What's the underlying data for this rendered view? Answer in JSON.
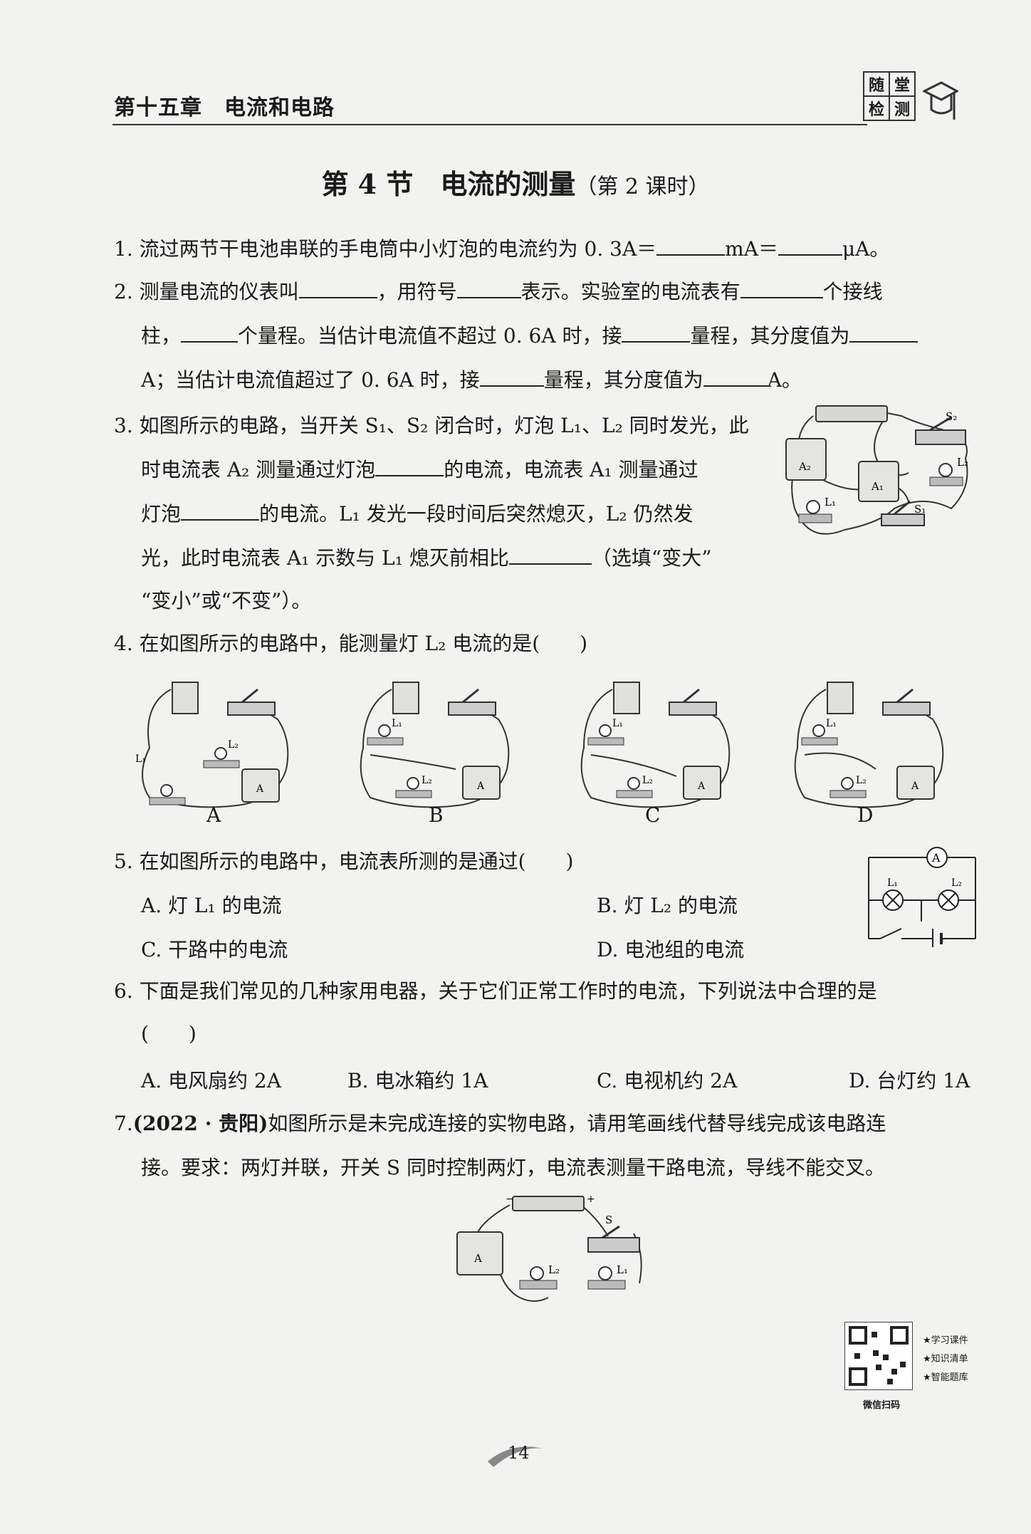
{
  "header": {
    "chapter": "第十五章　电流和电路",
    "badge": [
      "随",
      "堂",
      "检",
      "测"
    ]
  },
  "title": {
    "main": "第 4 节　电流的测量",
    "sub": "（第 2 课时）"
  },
  "q1": {
    "a": "1. 流过两节干电池串联的手电筒中小灯泡的电流约为 0. 3A＝",
    "b": "mA＝",
    "c": "μA。"
  },
  "q2": {
    "l1a": "2. 测量电流的仪表叫",
    "l1b": "，用符号",
    "l1c": "表示。实验室的电流表有",
    "l1d": "个接线",
    "l2a": "柱，",
    "l2b": "个量程。当估计电流值不超过 0. 6A 时，接",
    "l2c": "量程，其分度值为",
    "l3a": "A；当估计电流值超过了 0. 6A 时，接",
    "l3b": "量程，其分度值为",
    "l3c": "A。"
  },
  "q3": {
    "l1": "3. 如图所示的电路，当开关 S₁、S₂ 闭合时，灯泡 L₁、L₂ 同时发光，此",
    "l2a": "时电流表 A₂ 测量通过灯泡",
    "l2b": "的电流，电流表 A₁ 测量通过",
    "l3a": "灯泡",
    "l3b": "的电流。L₁ 发光一段时间后突然熄灭，L₂ 仍然发",
    "l4a": "光，此时电流表 A₁ 示数与 L₁ 熄灭前相比",
    "l4b": "（选填“变大”",
    "l5": "“变小”或“不变”）。",
    "fig": {
      "s2": "S₂",
      "s1": "S₁",
      "l1": "L₁",
      "l2": "L₂",
      "a1": "A₁",
      "a2": "A₂"
    }
  },
  "q4": {
    "stem": "4. 在如图所示的电路中，能测量灯 L₂ 电流的是(　　)",
    "labels": [
      "A",
      "B",
      "C",
      "D"
    ],
    "l1": "L₁",
    "l2": "L₂",
    "meter": "A"
  },
  "q5": {
    "stem": "5. 在如图所示的电路中，电流表所测的是通过(　　)",
    "options": [
      "A. 灯 L₁ 的电流",
      "B. 灯 L₂ 的电流",
      "C. 干路中的电流",
      "D. 电池组的电流"
    ],
    "fig": {
      "meter": "A",
      "l1": "L₁",
      "l2": "L₂"
    }
  },
  "q6": {
    "stem": "6. 下面是我们常见的几种家用电器，关于它们正常工作时的电流，下列说法中合理的是",
    "paren": "(　　)",
    "options": [
      "A. 电风扇约 2A",
      "B. 电冰箱约 1A",
      "C. 电视机约 2A",
      "D. 台灯约 1A"
    ]
  },
  "q7": {
    "num": "7.",
    "tag": "(2022 · 贵阳)",
    "l1": "如图所示是未完成连接的实物电路，请用笔画线代替导线完成该电路连",
    "l2": "接。要求：两灯并联，开关 S 同时控制两灯，电流表测量干路电流，导线不能交叉。",
    "fig": {
      "s": "S",
      "l1": "L₁",
      "l2": "L₂",
      "meter": "A"
    }
  },
  "qr": {
    "tags": [
      "学习课件",
      "知识清单",
      "智能题库"
    ],
    "caption": "微信扫码"
  },
  "page_number": "14"
}
